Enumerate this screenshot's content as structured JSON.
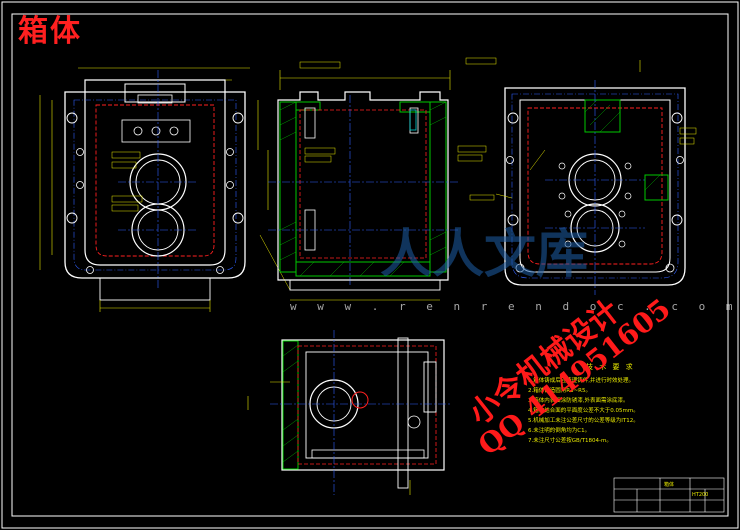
{
  "drawing": {
    "title": "箱体",
    "watermark_url": "w w w . r e n r e n d o c . c o m",
    "watermark_brand": "人人文库",
    "stamp_line1": "小令机械设计",
    "stamp_line2": "QQ 414951605",
    "notes_title": "技 术 要 求",
    "notes": [
      "1.箱体铸成后应清理铸件,并进行时效处理。",
      "2.箱体铸造圆角R3~R5。",
      "3.箱体内表面涂防锈漆,外表面需涂底漆。",
      "4.箱体结合面的平面度公差不大于0.05mm。",
      "5.机械加工未注公差尺寸的公差等级为IT12。",
      "6.未注明的倒角均为C1。",
      "7.未注尺寸公差按GB/T1804-m。"
    ],
    "title_block": {
      "name": "箱体",
      "material": "HT200"
    }
  },
  "colors": {
    "background": "#000000",
    "frame": "#ffffff",
    "outline": "#ffffff",
    "dimension": "#e8e800",
    "hidden": "#ff2020",
    "centerline": "#3060ff",
    "section": "#00c800",
    "cyan": "#00d0d0"
  }
}
